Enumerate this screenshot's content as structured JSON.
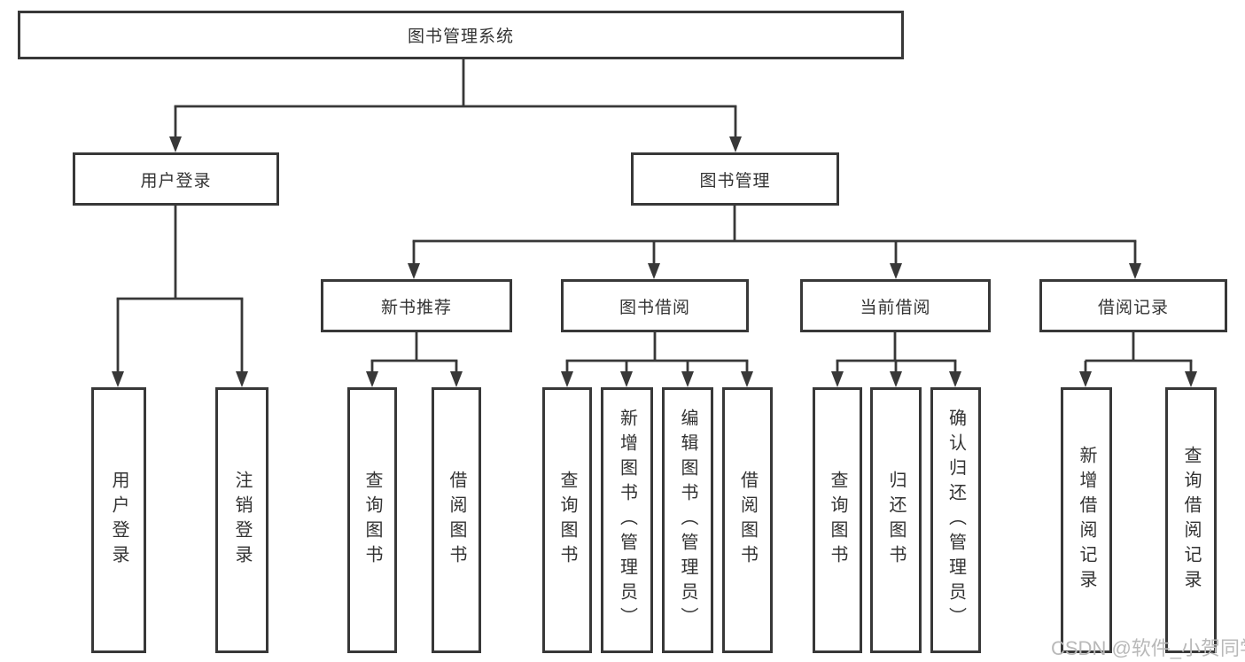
{
  "nodes": {
    "root": "图书管理系统",
    "user_login": "用户登录",
    "book_management": "图书管理",
    "new_book_recommend": "新书推荐",
    "book_borrow": "图书借阅",
    "current_borrow": "当前借阅",
    "borrow_records": "借阅记录"
  },
  "leaves": [
    {
      "label": "用户登录"
    },
    {
      "label": "注销登录"
    },
    {
      "label": "查询图书"
    },
    {
      "label": "借阅图书"
    },
    {
      "label": "查询图书"
    },
    {
      "label": "新增图书（管理员）"
    },
    {
      "label": "编辑图书（管理员）"
    },
    {
      "label": "借阅图书"
    },
    {
      "label": "查询图书"
    },
    {
      "label": "归还图书"
    },
    {
      "label": "确认归还（管理员）"
    },
    {
      "label": "新增借阅记录"
    },
    {
      "label": "查询借阅记录"
    }
  ],
  "watermark": "CSDN @软件_小贺同学",
  "colors": {
    "line": "#383838",
    "border": "#383838",
    "text": "#333333",
    "watermark_text": "#b9b9b9",
    "background": "#ffffff"
  }
}
